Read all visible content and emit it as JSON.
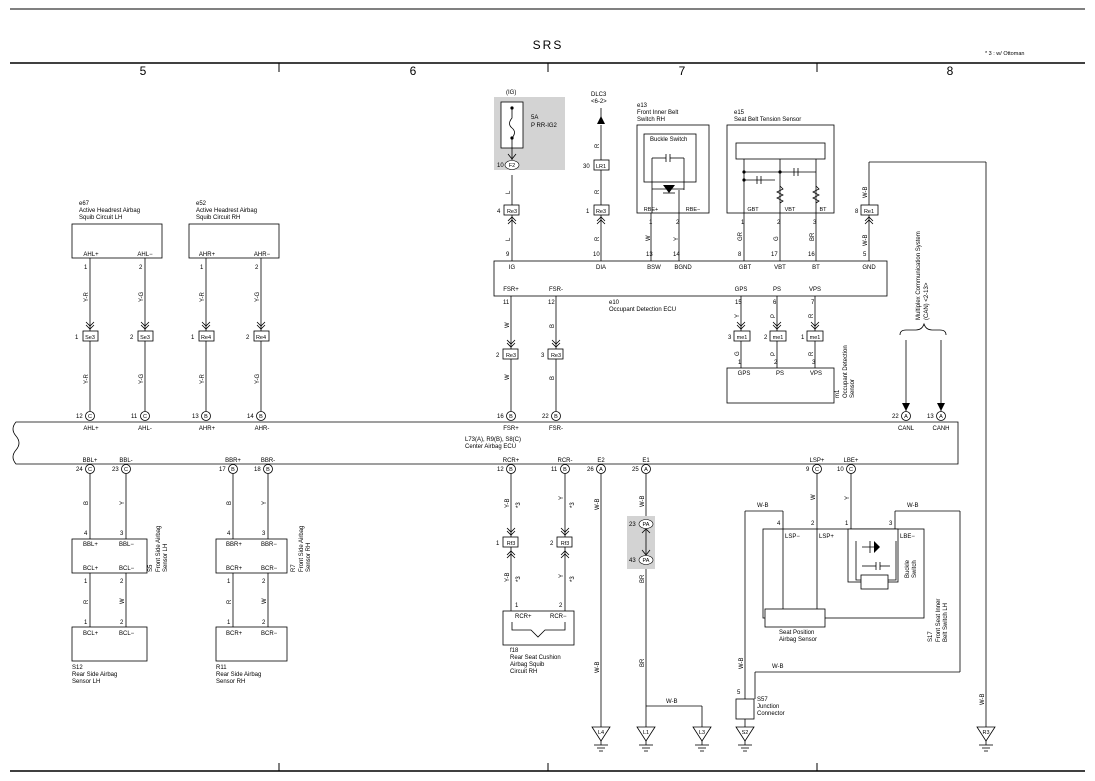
{
  "header": {
    "system_title": "SRS",
    "footnote": "* 3 : w/ Ottoman",
    "columns": [
      "5",
      "6",
      "7",
      "8"
    ]
  },
  "ecus": {
    "center": {
      "code": "L73(A), R9(B), S8(C)",
      "name": "Center Airbag ECU"
    },
    "occupant": {
      "code": "e10",
      "name": "Occupant Detection ECU"
    }
  },
  "components": {
    "e67": {
      "code": "e67",
      "name": [
        "Active Headrest Airbag",
        "Squib Circuit LH"
      ]
    },
    "e52": {
      "code": "e52",
      "name": [
        "Active Headrest Airbag",
        "Squib Circuit RH"
      ]
    },
    "e13": {
      "code": "e13",
      "name": [
        "Front Inner Belt",
        "Switch RH"
      ],
      "inner": "Buckle Switch"
    },
    "e15": {
      "code": "e15",
      "name": [
        "Seat Belt Tension Sensor"
      ]
    },
    "dlc3": {
      "code": "DLC3",
      "sub": "<6-2>"
    },
    "fuse": {
      "label": "(IG)",
      "rating": "5A",
      "name": "P RR-IG2"
    },
    "m1": {
      "code": "m1",
      "name": [
        "Occupant Detection",
        "Sensor"
      ]
    },
    "s5": {
      "code": "S5",
      "name": [
        "Front Side Airbag",
        "Sensor LH"
      ]
    },
    "r7": {
      "code": "R7",
      "name": [
        "Front Side Airbag",
        "Sensor RH"
      ]
    },
    "s12": {
      "code": "S12",
      "name": [
        "Rear Side Airbag",
        "Sensor LH"
      ]
    },
    "r11": {
      "code": "R11",
      "name": [
        "Rear Side Airbag",
        "Sensor RH"
      ]
    },
    "f18": {
      "code": "f18",
      "name": [
        "Rear Seat Cushion",
        "Airbag Squib",
        "Circuit RH"
      ]
    },
    "s17": {
      "code": "S17",
      "name": [
        "Front Seat Inner",
        "Belt Switch LH"
      ]
    },
    "s17_buckle": {
      "name": [
        "Buckle",
        "Switch"
      ]
    },
    "seat_pos": {
      "name": [
        "Seat Position",
        "Airbag Sensor"
      ]
    },
    "s57": {
      "code": "S57",
      "name": [
        "Junction",
        "Connector"
      ]
    },
    "mpx": {
      "name": [
        "Multiplex Communication System",
        "(CAN) <2-13>"
      ]
    }
  },
  "grounds": [
    "L4",
    "L1",
    "L3",
    "S2",
    "R3"
  ],
  "connectors": [
    "Re3",
    "Se3",
    "Re4",
    "LR1",
    "Re1",
    "me1",
    "Rf3",
    "PA",
    "F2"
  ],
  "wire_colors": [
    "Y-R",
    "Y-G",
    "W",
    "B",
    "Y",
    "R",
    "L",
    "G",
    "P",
    "GR",
    "BR",
    "W-B",
    "Y-B",
    "*3"
  ],
  "ecu_pins": {
    "top": [
      "AHL+",
      "AHL-",
      "AHR+",
      "AHR-",
      "FSR+",
      "FSR-",
      "CANL",
      "CANH"
    ],
    "bottom": [
      "BBL+",
      "BBL-",
      "BBR+",
      "BBR-",
      "RCR+",
      "RCR-",
      "E2",
      "E1",
      "LSP+",
      "LBE+"
    ],
    "occupant_top": [
      "IG",
      "DIA",
      "BSW",
      "BGND",
      "GBT",
      "VBT",
      "BT",
      "GND"
    ],
    "occupant_bottom": [
      "FSR+",
      "FSR-",
      "GPS",
      "PS",
      "VPS"
    ]
  }
}
